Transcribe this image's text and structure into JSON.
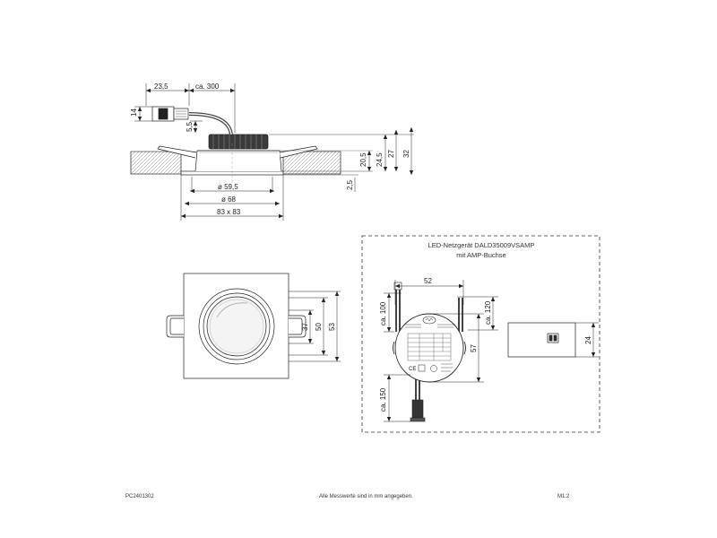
{
  "side_view": {
    "dim_connector_len": "23,5",
    "dim_cable_len": "ca. 300",
    "dim_connector_h": "14",
    "dim_cable_offset": "5,5",
    "dim_h1": "20,5",
    "dim_h2": "24,5",
    "dim_h3": "27",
    "dim_h4": "32",
    "dim_flange": "2,5",
    "dim_d1": "ø 59,5",
    "dim_d2": "ø 68",
    "dim_outer": "83 x 83"
  },
  "front_view": {
    "dim_inner": "37",
    "dim_mid": "50",
    "dim_outer": "53"
  },
  "driver": {
    "title_line1": "LED-Netzgerät DALD35009VSAMP",
    "title_line2": "mit AMP-Buchse",
    "dim_width": "52",
    "dim_height": "57",
    "dim_cable_in": "ca. 100",
    "dim_cable_out": "ca. 120",
    "dim_cable_bottom": "ca. 150",
    "dim_depth": "24"
  },
  "footer": {
    "left": "PC2401302",
    "center": "Alle Messwerte sind in mm angegeben.",
    "right": "M1:2"
  }
}
